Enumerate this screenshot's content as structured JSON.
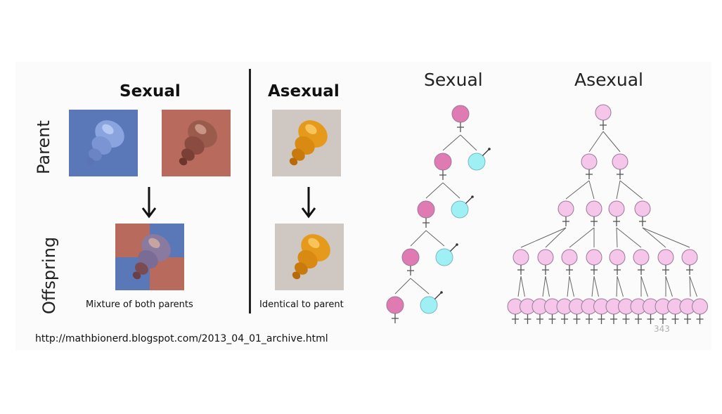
{
  "left_panel": {
    "sexual_header": "Sexual",
    "asexual_header": "Asexual",
    "parent_label": "Parent",
    "offspring_label": "Offspring",
    "sexual_caption": "Mixture of both parents",
    "asexual_caption": "Identical to parent",
    "source_url": "http://mathbionerd.blogspot.com/2013_04_01_archive.html"
  },
  "right_panel": {
    "sexual_title": "Sexual",
    "asexual_title": "Asexual",
    "slide_number": "343"
  },
  "colors": {
    "female_sexual": "#e07ab2",
    "male": "#9ff0f5",
    "female_asexual": "#f5c6ea",
    "snail_blue_bg": "#5a78b8",
    "snail_red_bg": "#b86a5c",
    "snail_gold_bg": "#cfc8c2"
  }
}
